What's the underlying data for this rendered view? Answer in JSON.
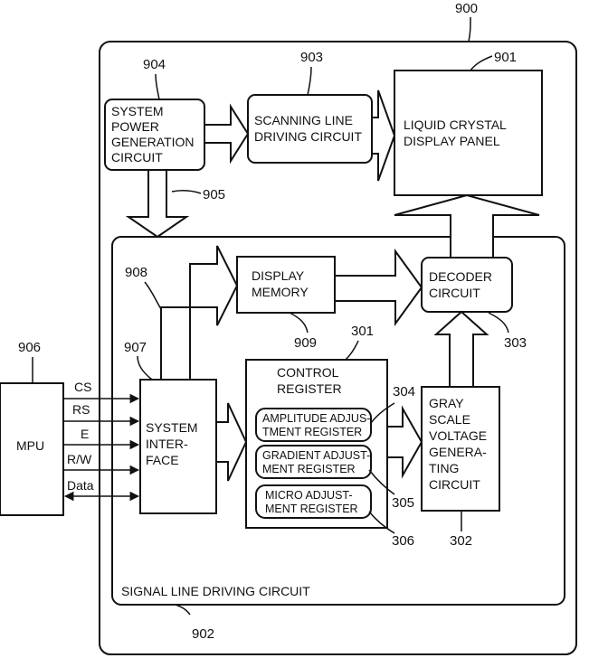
{
  "diagram": {
    "refs": {
      "r900": "900",
      "r901": "901",
      "r902": "902",
      "r903": "903",
      "r904": "904",
      "r905": "905",
      "r906": "906",
      "r907": "907",
      "r908": "908",
      "r909": "909",
      "r301": "301",
      "r302": "302",
      "r303": "303",
      "r304": "304",
      "r305": "305",
      "r306": "306"
    },
    "blocks": {
      "power": [
        "SYSTEM",
        "POWER",
        "GENERATION",
        "CIRCUIT"
      ],
      "scanning": [
        "SCANNING LINE",
        "DRIVING CIRCUIT"
      ],
      "lcd": [
        "LIQUID CRYSTAL",
        "DISPLAY PANEL"
      ],
      "memory": [
        "DISPLAY",
        "MEMORY"
      ],
      "decoder": [
        "DECODER",
        "CIRCUIT"
      ],
      "control": [
        "CONTROL",
        "REGISTER"
      ],
      "amplitude": [
        "AMPLITUDE ADJUS-",
        "TMENT REGISTER"
      ],
      "gradient": [
        "GRADIENT ADJUST-",
        "MENT REGISTER"
      ],
      "micro": [
        "MICRO ADJUST-",
        "MENT REGISTER"
      ],
      "grayscale": [
        "GRAY",
        "SCALE",
        "VOLTAGE",
        "GENERA-",
        "TING",
        "CIRCUIT"
      ],
      "interface": [
        "SYSTEM",
        "INTER-",
        "FACE"
      ],
      "mpu": "MPU",
      "signal": "SIGNAL LINE DRIVING CIRCUIT"
    },
    "signals": [
      "CS",
      "RS",
      "E",
      "R/W",
      "Data"
    ]
  }
}
